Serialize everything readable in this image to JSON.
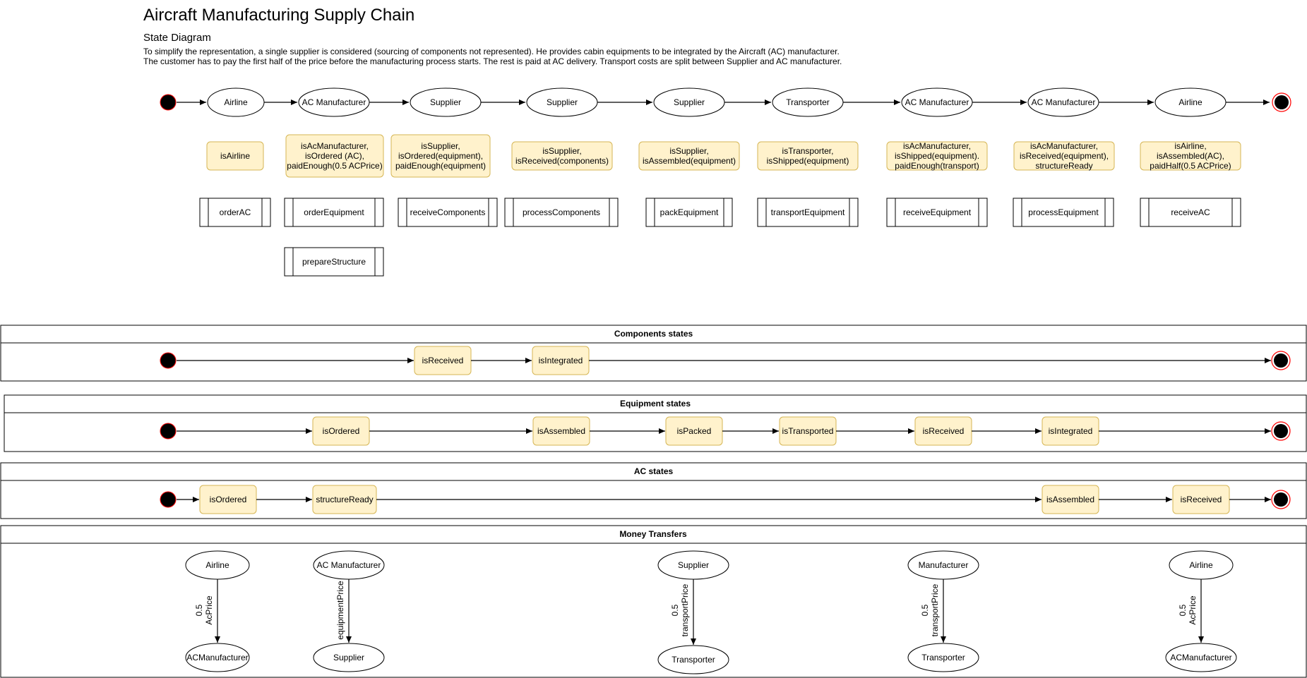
{
  "header": {
    "title": "Aircraft Manufacturing Supply Chain",
    "subtitle": "State Diagram",
    "description": [
      "To simplify the representation, a single supplier is considered (sourcing of components not represented). He provides cabin equipments to be integrated by the Aircraft (AC) manufacturer.",
      "The customer has to pay the first half of the price before the manufacturing process starts. The rest is paid at AC delivery. Transport costs are split between Supplier and AC manufacturer."
    ]
  },
  "flow": {
    "actors": [
      "Airline",
      "AC Manufacturer",
      "Supplier",
      "Supplier",
      "Supplier",
      "Transporter",
      "AC Manufacturer",
      "AC Manufacturer",
      "Airline"
    ],
    "conditions": [
      [
        "isAirline"
      ],
      [
        "isAcManufacturer,",
        "isOrdered (AC),",
        "paidEnough(0.5 ACPrice)"
      ],
      [
        "isSupplier,",
        "isOrdered(equipment),",
        "paidEnough(equipment)"
      ],
      [
        "isSupplier,",
        "isReceived(components)"
      ],
      [
        "isSupplier,",
        "isAssembled(equipment)"
      ],
      [
        "isTransporter,",
        "isShipped(equipment)"
      ],
      [
        "isAcManufacturer,",
        "isShipped(equipment).",
        "paidEnough(transport)"
      ],
      [
        "isAcManufacturer,",
        "isReceived(equipment),",
        "structureReady"
      ],
      [
        "isAirline,",
        "isAssembled(AC),",
        "paidHalf(0.5 ACPrice)"
      ]
    ],
    "processes": [
      "orderAC",
      "orderEquipment",
      "receiveComponents",
      "processComponents",
      "packEquipment",
      "transportEquipment",
      "receiveEquipment",
      "processEquipment",
      "receiveAC"
    ],
    "extra_process": "prepareStructure"
  },
  "components_lane": {
    "title": "Components states",
    "states": [
      "isReceived",
      "isIntegrated"
    ]
  },
  "equipment_lane": {
    "title": "Equipment states",
    "states": [
      "isOrdered",
      "isAssembled",
      "isPacked",
      "isTransported",
      "isReceived",
      "isIntegrated"
    ]
  },
  "ac_lane": {
    "title": "AC states",
    "states": [
      "isOrdered",
      "structureReady",
      "isAssembled",
      "isReceived"
    ]
  },
  "money_lane": {
    "title": "Money Transfers",
    "transfers": [
      {
        "from": "Airline",
        "to": "ACManufacturer",
        "label": [
          "0.5",
          "AcPrice"
        ]
      },
      {
        "from": "AC Manufacturer",
        "to": "Supplier",
        "label": [
          "equipmentPrice"
        ]
      },
      {
        "from": "Supplier",
        "to": "Transporter",
        "label": [
          "0.5",
          "transportPrice"
        ]
      },
      {
        "from": "Manufacturer",
        "to": "Transporter",
        "label": [
          "0.5",
          "transportPrice"
        ]
      },
      {
        "from": "Airline",
        "to": "ACManufacturer",
        "label": [
          "0.5",
          "AcPrice"
        ]
      }
    ]
  },
  "colors": {
    "note_fill": "#fff2cc",
    "note_stroke": "#d6b656",
    "end_ring": "#ff0000",
    "line": "#000000"
  }
}
